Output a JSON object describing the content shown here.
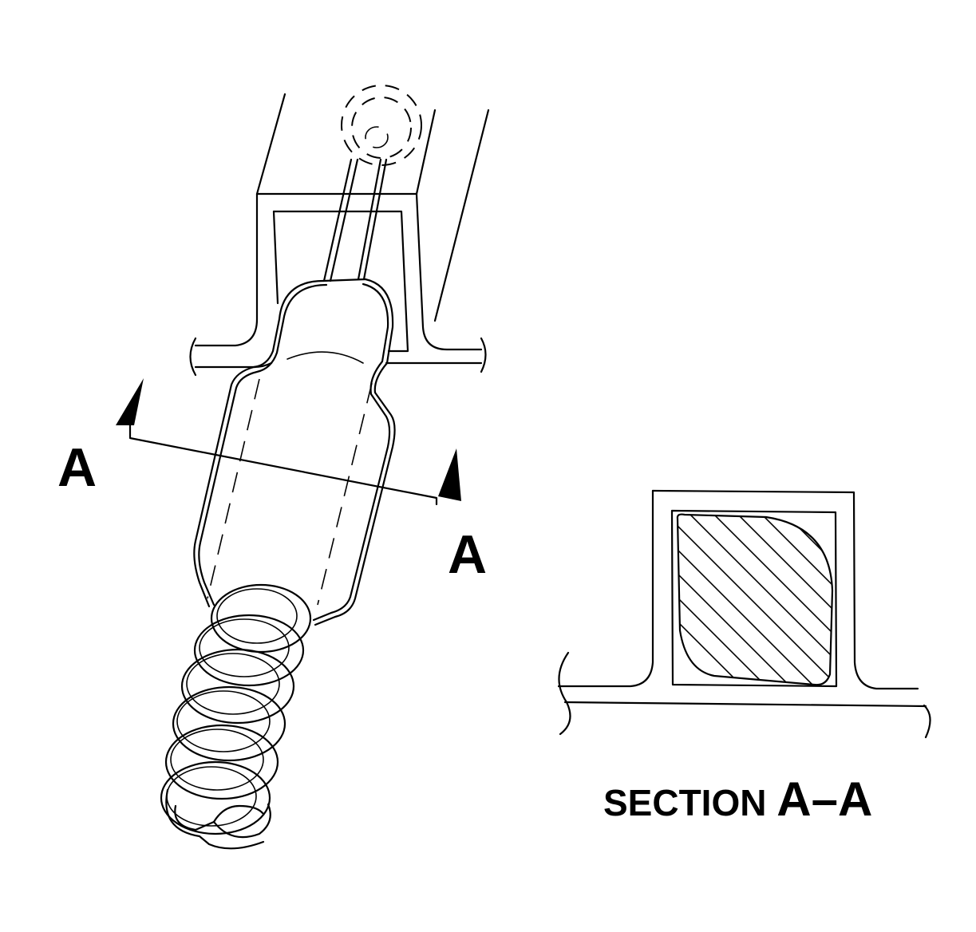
{
  "labels": {
    "section_mark_left": "A",
    "section_mark_right": "A",
    "section_caption_word": "SECTION",
    "section_caption_id": "A–A"
  },
  "colors": {
    "line": "#000000",
    "background": "#ffffff"
  }
}
